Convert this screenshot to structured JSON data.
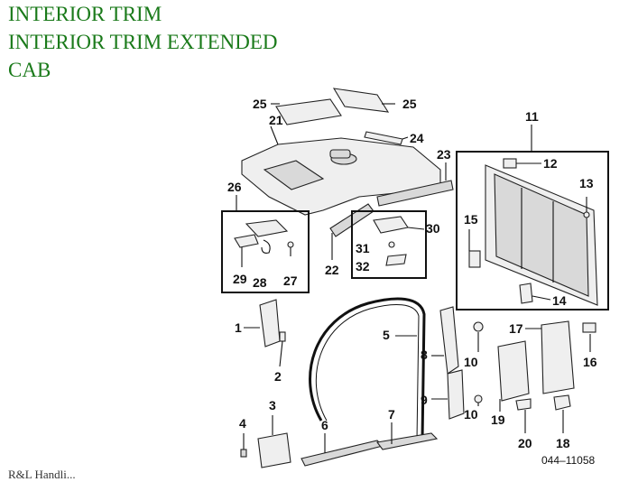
{
  "header": {
    "line1": "INTERIOR TRIM",
    "line2": "INTERIOR TRIM EXTENDED",
    "line3": "CAB"
  },
  "footer": {
    "text": "R&L Handli..."
  },
  "diagram": {
    "code": "044–11058",
    "callouts": [
      "25",
      "25",
      "21",
      "24",
      "23",
      "11",
      "12",
      "13",
      "15",
      "14",
      "26",
      "30",
      "31",
      "32",
      "22",
      "29",
      "28",
      "27",
      "1",
      "2",
      "3",
      "4",
      "5",
      "6",
      "7",
      "8",
      "9",
      "10",
      "10",
      "17",
      "16",
      "19",
      "20",
      "18"
    ]
  }
}
